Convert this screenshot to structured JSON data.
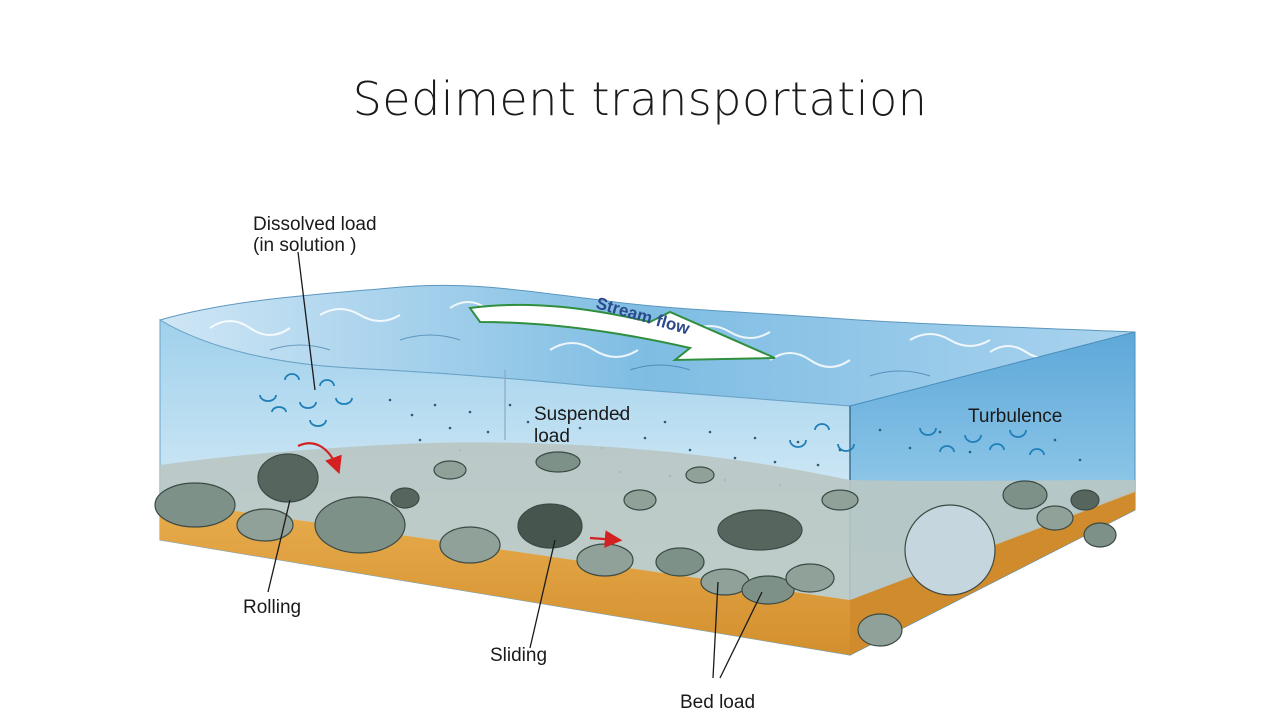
{
  "slide": {
    "title": "Sediment transportation"
  },
  "diagram": {
    "labels": {
      "dissolved_load_line1": "Dissolved load",
      "dissolved_load_line2": "(in solution )",
      "stream_flow": "Stream flow",
      "suspended_load_line1": "Suspended",
      "suspended_load_line2": "load",
      "turbulence": "Turbulence",
      "rolling": "Rolling",
      "sliding": "Sliding",
      "bed_load": "Bed load"
    },
    "colors": {
      "water_light": "#d8ecf7",
      "water_mid": "#8cc6e6",
      "water_dark": "#3b8fc7",
      "sediment_bed": "#e3a342",
      "sediment_dark": "#c9862a",
      "rock_grey": "#7d9188",
      "rock_dark": "#4d5c55",
      "arrow_red": "#d42020",
      "swirl_blue": "#1f7fb8"
    }
  }
}
